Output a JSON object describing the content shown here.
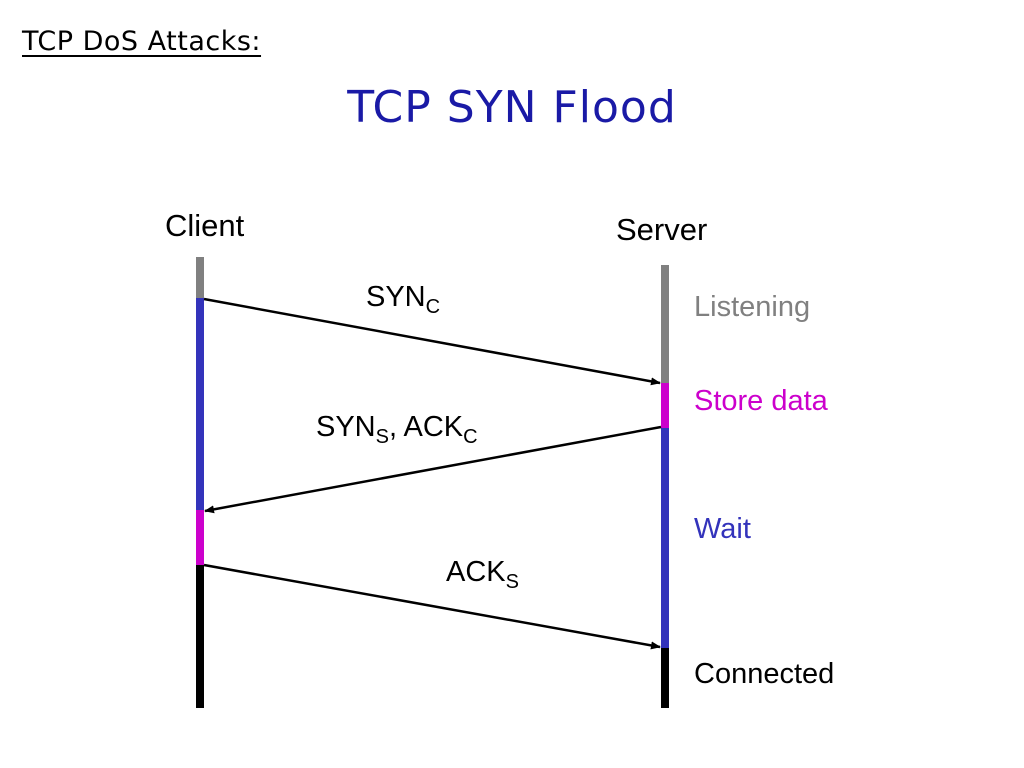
{
  "heading": "TCP DoS Attacks:",
  "title": "TCP SYN Flood",
  "hosts": {
    "client": "Client",
    "server": "Server"
  },
  "messages": [
    {
      "base": "SYN",
      "sub": "C"
    },
    {
      "base1": "SYN",
      "sub1": "S",
      "sep": ", ",
      "base2": "ACK",
      "sub2": "C"
    },
    {
      "base": "ACK",
      "sub": "S"
    }
  ],
  "server_states": [
    {
      "label": "Listening",
      "color": "#808080"
    },
    {
      "label": "Store data",
      "color": "#cc00cc"
    },
    {
      "label": "Wait",
      "color": "#3333bb"
    },
    {
      "label": "Connected",
      "color": "#000000"
    }
  ],
  "colors": {
    "gray": "#808080",
    "magenta": "#cc00cc",
    "blue": "#3333bb",
    "black": "#000000",
    "title": "#1a1aa6"
  }
}
